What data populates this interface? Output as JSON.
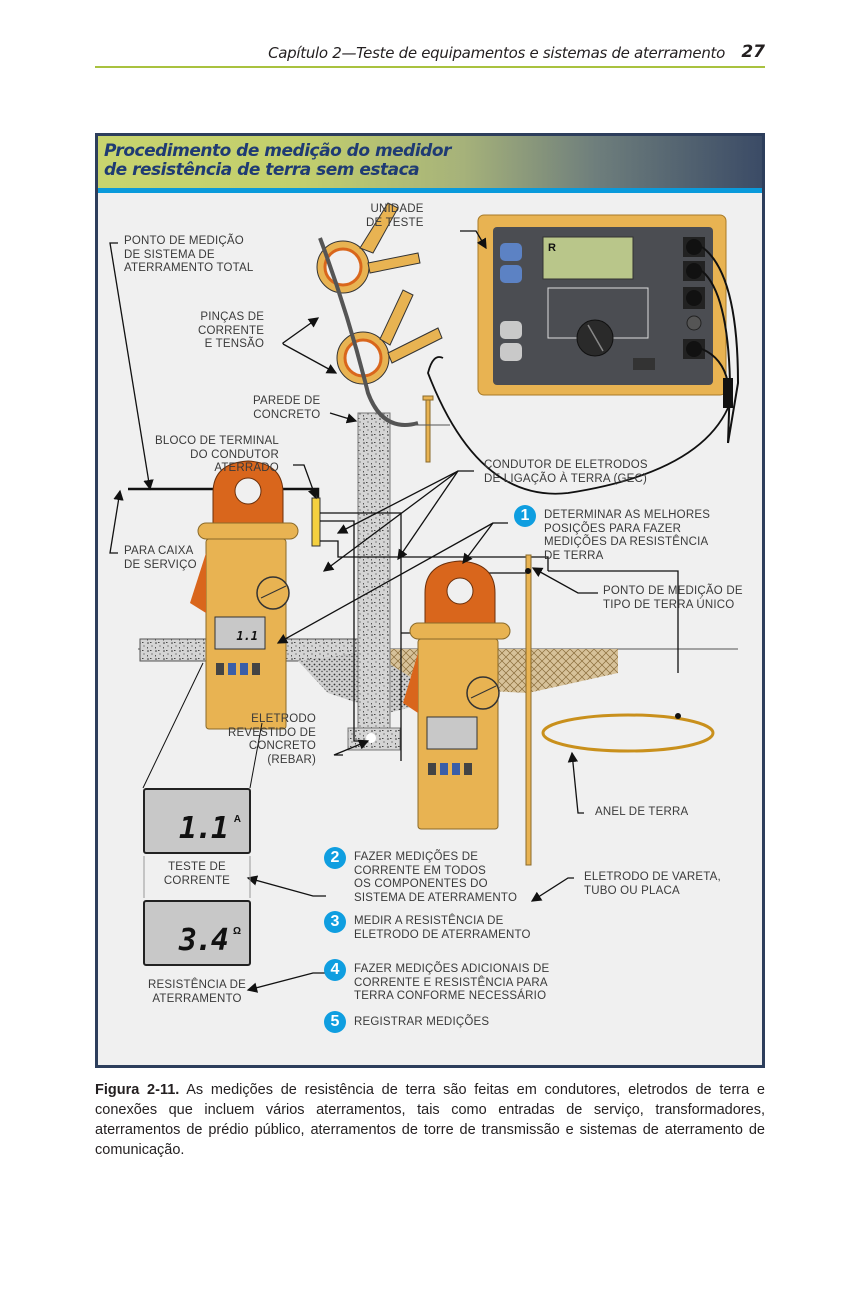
{
  "running_head": {
    "chapter": "Capítulo 2—Teste de equipamentos e sistemas de aterramento",
    "page_number": "27"
  },
  "figure": {
    "title_line1": "Procedimento de medição do medidor",
    "title_line2": "de resistência de terra sem estaca",
    "labels": {
      "test_unit": "UNIDADE\nDE TESTE",
      "total_system_point": "PONTO DE MEDIÇÃO\nDE SISTEMA DE\nATERRAMENTO TOTAL",
      "clamps": "PINÇAS DE\nCORRENTE\nE TENSÃO",
      "concrete_wall": "PAREDE DE\nCONCRETO",
      "terminal_block": "BLOCO DE TERMINAL\nDO CONDUTOR\nATERRADO",
      "gec": "CONDUTOR DE ELETRODOS\nDE LIGAÇÃO À TERRA (GEC)",
      "service_box": "PARA CAIXA\nDE SERVIÇO",
      "single_ground_point": "PONTO DE MEDIÇÃO DE\nTIPO DE TERRA ÚNICO",
      "concrete_electrode": "ELETRODO\nREVESTIDO DE\nCONCRETO\n(REBAR)",
      "ground_ring": "ANEL DE TERRA",
      "rod_electrode": "ELETRODO DE VARETA,\nTUBO OU PLACA",
      "current_test": "TESTE DE\nCORRENTE",
      "ground_resistance": "RESISTÊNCIA DE\nATERRAMENTO"
    },
    "displays": {
      "current": {
        "value": "1.1",
        "unit": "A"
      },
      "resistance": {
        "value": "3.4",
        "unit": "Ω"
      },
      "meter_small": "1.1"
    },
    "steps": [
      {
        "number": "1",
        "text": "DETERMINAR AS MELHORES\nPOSIÇÕES PARA FAZER\nMEDIÇÕES DA RESISTÊNCIA\nDE TERRA"
      },
      {
        "number": "2",
        "text": "FAZER MEDIÇÕES DE\nCORRENTE EM TODOS\nOS COMPONENTES DO\nSISTEMA DE ATERRAMENTO"
      },
      {
        "number": "3",
        "text": "MEDIR A RESISTÊNCIA DE\nELETRODO DE ATERRAMENTO"
      },
      {
        "number": "4",
        "text": "FAZER MEDIÇÕES ADICIONAIS DE\nCORRENTE E RESISTÊNCIA PARA\nTERRA CONFORME NECESSÁRIO"
      },
      {
        "number": "5",
        "text": "REGISTRAR MEDIÇÕES"
      }
    ],
    "colors": {
      "frame": "#2d3e5c",
      "accent_blue": "#0f9ee0",
      "instrument_yellow": "#e8b352",
      "clamp_orange": "#d9661c"
    }
  },
  "caption": {
    "label": "Figura 2-11.",
    "text": " As medições de resistência de terra são feitas em condutores, eletrodos de terra e conexões que incluem vários aterramentos, tais como entradas de serviço, transformadores, aterramentos de prédio público, aterramentos de torre de transmissão e sistemas de aterramento de comunicação."
  }
}
